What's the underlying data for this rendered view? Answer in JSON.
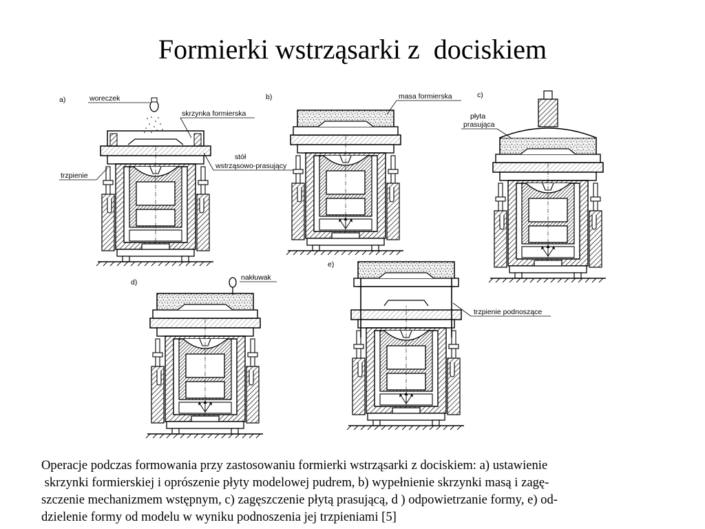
{
  "title": "Formierki wstrząsarki z  dociskiem",
  "panels": {
    "a": "a)",
    "b": "b)",
    "c": "c)",
    "d": "d)",
    "e": "e)"
  },
  "labels": {
    "woreczek": "woreczek",
    "skrzynka": "skrzynka formierska",
    "stol_1": "stół",
    "stol_2": "wstrząsowo-prasujący",
    "trzpienie": "trzpienie",
    "masa": "masa formierska",
    "plyta_1": "płyta",
    "plyta_2": "prasująca",
    "naklowak": "nakłuwak",
    "trzpienie_podn": "trzpienie podnoszące"
  },
  "caption": {
    "lines": [
      "Operacje podczas formowania przy zastosowaniu formierki wstrząsarki z dociskiem: a) ustawienie",
      " skrzynki formierskiej i oprószenie płyty modelowej pudrem, b) wypełnienie skrzynki masą i zagę-",
      "szczenie mechanizmem wstępnym, c) zagęszczenie płytą prasującą, d ) odpowietrzanie formy, e) od-",
      "dzielenie formy od modelu w wyniku podnoszenia jej trzpieniami [5]"
    ]
  }
}
